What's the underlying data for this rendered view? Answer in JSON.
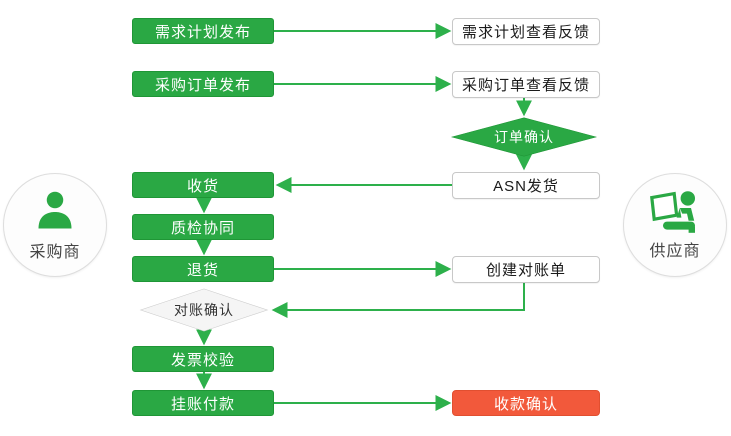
{
  "colors": {
    "green": "#2aa844",
    "green-dark": "#1f9636",
    "line": "#2db04b",
    "red": "#f2593b",
    "box-border": "#c8c8c8",
    "diamond-gray": "#f5f5f5",
    "text-dark": "#333333"
  },
  "actors": {
    "buyer": {
      "label": "采购商"
    },
    "supplier": {
      "label": "供应商"
    }
  },
  "nodes": {
    "demand_plan_publish": {
      "label": "需求计划发布",
      "style": "green"
    },
    "demand_plan_feedback": {
      "label": "需求计划查看反馈",
      "style": "white"
    },
    "po_publish": {
      "label": "采购订单发布",
      "style": "green"
    },
    "po_feedback": {
      "label": "采购订单查看反馈",
      "style": "white"
    },
    "order_confirm": {
      "label": "订单确认",
      "style": "green-diamond"
    },
    "asn_ship": {
      "label": "ASN发货",
      "style": "white"
    },
    "receive_goods": {
      "label": "收货",
      "style": "green"
    },
    "quality_collab": {
      "label": "质检协同",
      "style": "green"
    },
    "return_goods": {
      "label": "退货",
      "style": "green"
    },
    "create_statement": {
      "label": "创建对账单",
      "style": "white"
    },
    "statement_confirm": {
      "label": "对账确认",
      "style": "gray-diamond"
    },
    "invoice_verify": {
      "label": "发票校验",
      "style": "green"
    },
    "pay_on_account": {
      "label": "挂账付款",
      "style": "green"
    },
    "receipt_confirm": {
      "label": "收款确认",
      "style": "red"
    }
  }
}
